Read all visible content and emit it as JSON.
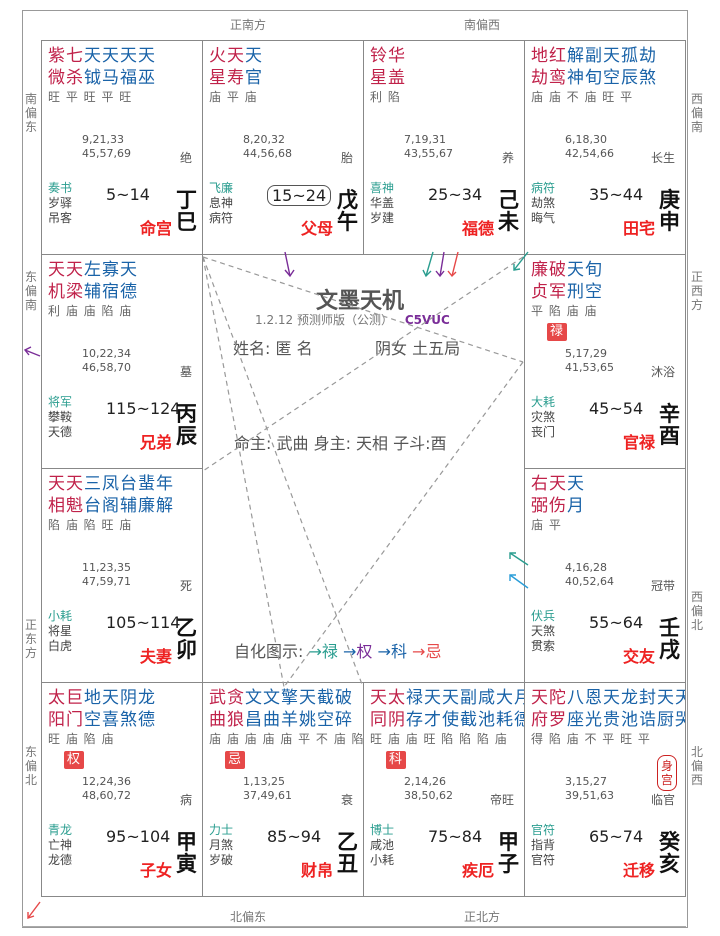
{
  "directions": {
    "top_left": "正南方",
    "top_right": "南偏西",
    "bottom_left": "北偏东",
    "bottom_right": "正北方",
    "left_1": "南偏东",
    "left_2": "东偏南",
    "left_3": "正东方",
    "left_4": "东偏北",
    "right_1": "西偏南",
    "right_2": "正西方",
    "right_3": "西偏北",
    "right_4": "北偏西"
  },
  "center": {
    "title": "文墨天机",
    "version": "1.2.12 预测师版（公测）",
    "code": "C5VUC",
    "name_line": "姓名: 匿 名",
    "gender_line": "阴女 土五局",
    "lord_line": "命主: 武曲 身主: 天相 子斗:酉",
    "legend_label": "自化图示:",
    "legend_lu": "禄",
    "legend_quan": "权",
    "legend_ke": "科",
    "legend_ji": "忌"
  },
  "palaces": {
    "si": {
      "stars": [
        "紫微",
        "七杀",
        "天钺",
        "天马",
        "天福",
        "天巫"
      ],
      "bright": "旺 平 旺 平 旺",
      "ages": [
        "9,21,33",
        "45,57,69"
      ],
      "stage": "绝",
      "god1": "奏书",
      "god2": "岁驿",
      "god3": "吊客",
      "range": "5~14",
      "palace": "命宫",
      "stem": "丁巳"
    },
    "wu": {
      "stars": [
        "火星",
        "天寿",
        "天官"
      ],
      "bright": "庙 平 庙",
      "ages": [
        "8,20,32",
        "44,56,68"
      ],
      "stage": "胎",
      "god1": "飞廉",
      "god2": "息神",
      "god3": "病符",
      "range": "15~24",
      "palace": "父母",
      "stem": "戊午"
    },
    "wei": {
      "stars": [
        "铃星",
        "华盖"
      ],
      "bright": "利 陷",
      "ages": [
        "7,19,31",
        "43,55,67"
      ],
      "stage": "养",
      "god1": "喜神",
      "god2": "华盖",
      "god3": "岁建",
      "range": "25~34",
      "palace": "福德",
      "stem": "己未"
    },
    "shen": {
      "stars": [
        "地劫",
        "红鸾",
        "解神",
        "副旬",
        "天空",
        "孤辰",
        "劫煞"
      ],
      "bright": "庙 庙 不 庙 旺 平",
      "ages": [
        "6,18,30",
        "42,54,66"
      ],
      "stage": "长生",
      "god1": "病符",
      "god2": "劫煞",
      "god3": "晦气",
      "range": "35~44",
      "palace": "田宅",
      "stem": "庚申"
    },
    "chen": {
      "stars": [
        "天机",
        "天梁",
        "左辅",
        "寡宿",
        "天德"
      ],
      "bright": "利 庙 庙 陷 庙",
      "ages": [
        "10,22,34",
        "46,58,70"
      ],
      "stage": "墓",
      "god1": "将军",
      "god2": "攀鞍",
      "god3": "天德",
      "range": "115~124",
      "palace": "兄弟",
      "stem": "丙辰"
    },
    "you": {
      "stars": [
        "廉贞",
        "破军",
        "天刑",
        "旬空"
      ],
      "bright": "平 陷 庙 庙",
      "hua": "禄",
      "ages": [
        "5,17,29",
        "41,53,65"
      ],
      "stage": "沐浴",
      "god1": "大耗",
      "god2": "灾煞",
      "god3": "丧门",
      "range": "45~54",
      "palace": "官禄",
      "stem": "辛酉"
    },
    "mao": {
      "stars": [
        "天相",
        "天魁",
        "三台",
        "凤阁",
        "台辅",
        "蜚廉",
        "年解"
      ],
      "bright": "陷 庙 陷 旺 庙",
      "ages": [
        "11,23,35",
        "47,59,71"
      ],
      "stage": "死",
      "god1": "小耗",
      "god2": "将星",
      "god3": "白虎",
      "range": "105~114",
      "palace": "夫妻",
      "stem": "乙卯"
    },
    "xu": {
      "stars": [
        "右弼",
        "天伤",
        "天月"
      ],
      "bright": "庙 平",
      "ages": [
        "4,16,28",
        "40,52,64"
      ],
      "stage": "冠带",
      "god1": "伏兵",
      "god2": "天煞",
      "god3": "贯索",
      "range": "55~64",
      "palace": "交友",
      "stem": "壬戌"
    },
    "yin": {
      "stars": [
        "太阳",
        "巨门",
        "地空",
        "天喜",
        "阴煞",
        "龙德"
      ],
      "bright": "旺 庙 陷 庙",
      "hua": "权",
      "ages": [
        "12,24,36",
        "48,60,72"
      ],
      "stage": "病",
      "god1": "青龙",
      "god2": "亡神",
      "god3": "龙德",
      "range": "95~104",
      "palace": "子女",
      "stem": "甲寅"
    },
    "chou": {
      "stars": [
        "武曲",
        "贪狼",
        "文昌",
        "文曲",
        "擎羊",
        "天姚",
        "截空",
        "破碎"
      ],
      "bright": "庙 庙 庙 庙 庙 平 不 庙 陷",
      "hua": "忌",
      "ages": [
        "1,13,25",
        "37,49,61"
      ],
      "stage": "衰",
      "god1": "力士",
      "god2": "月煞",
      "god3": "岁破",
      "range": "85~94",
      "palace": "财帛",
      "stem": "乙丑"
    },
    "zi": {
      "stars": [
        "天同",
        "太阴",
        "禄存",
        "天才",
        "天使",
        "副截",
        "咸池",
        "大耗",
        "月德"
      ],
      "bright": "旺 庙 庙 旺 陷 陷 陷 庙",
      "hua": "科",
      "ages": [
        "2,14,26",
        "38,50,62"
      ],
      "stage": "帝旺",
      "god1": "博士",
      "god2": "咸池",
      "god3": "小耗",
      "range": "75~84",
      "palace": "疾厄",
      "stem": "甲子"
    },
    "hai": {
      "stars": [
        "天府",
        "陀罗",
        "八座",
        "恩光",
        "天贵",
        "龙池",
        "封诰",
        "天厨",
        "天哭"
      ],
      "bright": "得 陷 庙 不 平 旺 平",
      "shen": "身宫",
      "ages": [
        "3,15,27",
        "39,51,63"
      ],
      "stage": "临官",
      "god1": "官符",
      "god2": "指背",
      "god3": "官符",
      "range": "65~74",
      "palace": "迁移",
      "stem": "癸亥"
    }
  }
}
